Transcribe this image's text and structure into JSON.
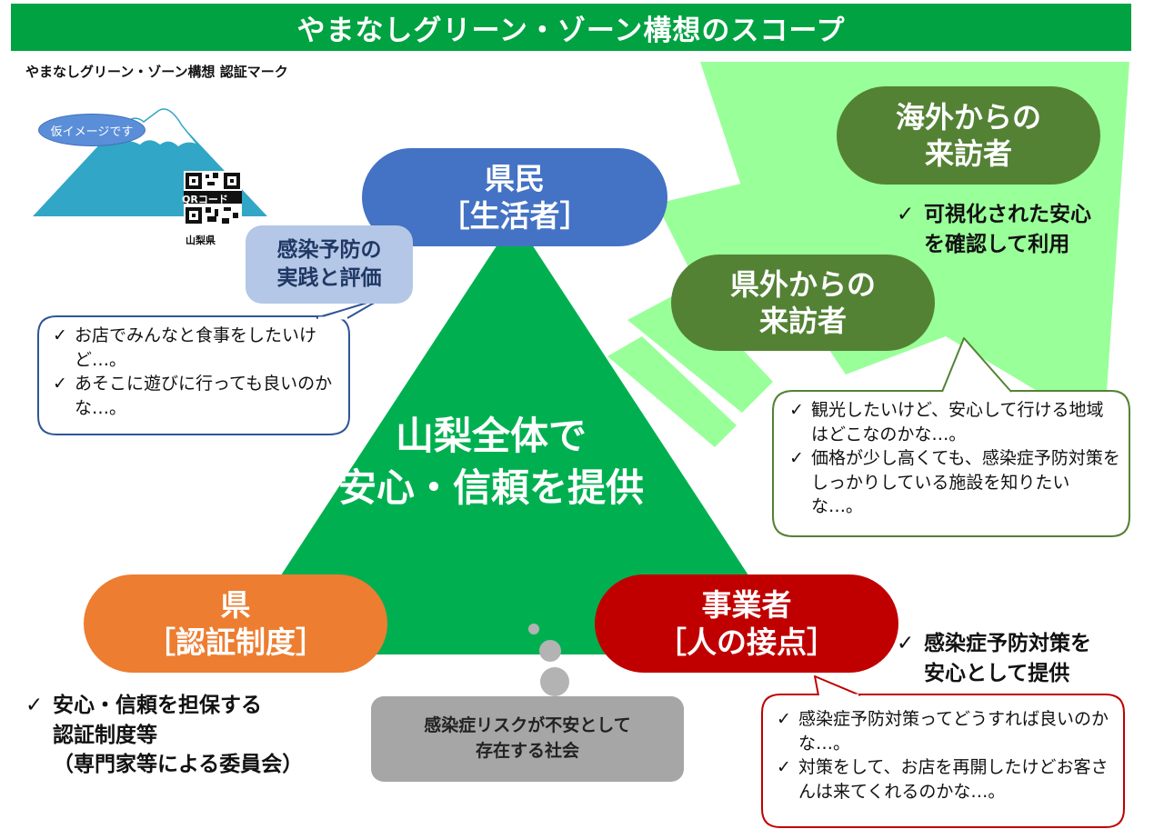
{
  "title": "やまなしグリーン・ゾーン構想のスコープ",
  "certification_mark": {
    "caption": "やまなしグリーン・ゾーン構想 認証マーク",
    "badge": "仮イメージです",
    "qr_label": "QRコード",
    "prefecture": "山梨県"
  },
  "residents": {
    "line1": "県民",
    "line2": "［生活者］",
    "practice_line1": "感染予防の",
    "practice_line2": "実践と評価",
    "concerns": [
      "お店でみんなと食事をしたいけど…。",
      "あそこに遊びに行っても良いのかな…。"
    ]
  },
  "overseas_visitors": {
    "line1": "海外からの",
    "line2": "来訪者",
    "check_line1": "可視化された安心",
    "check_line2": "を確認して利用"
  },
  "domestic_visitors": {
    "line1": "県外からの",
    "line2": "来訪者",
    "concerns": [
      "観光したいけど、安心して行ける地域はどこなのかな…。",
      "価格が少し高くても、感染症予防対策をしっかりしている施設を知りたいな…。"
    ]
  },
  "center": {
    "line1": "山梨全体で",
    "line2": "安心・信頼を提供"
  },
  "prefecture": {
    "line1": "県",
    "line2": "［認証制度］",
    "check_line1": "安心・信頼を担保する",
    "check_line2": "認証制度等",
    "check_line3": "（専門家等による委員会）"
  },
  "business": {
    "line1": "事業者",
    "line2": "［人の接点］",
    "check_line1": "感染症予防対策を",
    "check_line2": "安心として提供",
    "concerns": [
      "感染症予防対策ってどうすれば良いのかな…。",
      "対策をして、お店を再開したけどお客さんは来てくれるのかな…。"
    ]
  },
  "risk": {
    "line1": "感染症リスクが不安として",
    "line2": "存在する社会"
  },
  "colors": {
    "title_green": "#00A241",
    "triangle_green": "#00B050",
    "arrow_light_green": "#99FF99",
    "residents_blue": "#4472C4",
    "visitors_green": "#548235",
    "prefecture_orange": "#ED7D31",
    "business_red": "#C00000",
    "practice_blue": "#B4C7E7",
    "risk_gray": "#A6A6A6"
  }
}
